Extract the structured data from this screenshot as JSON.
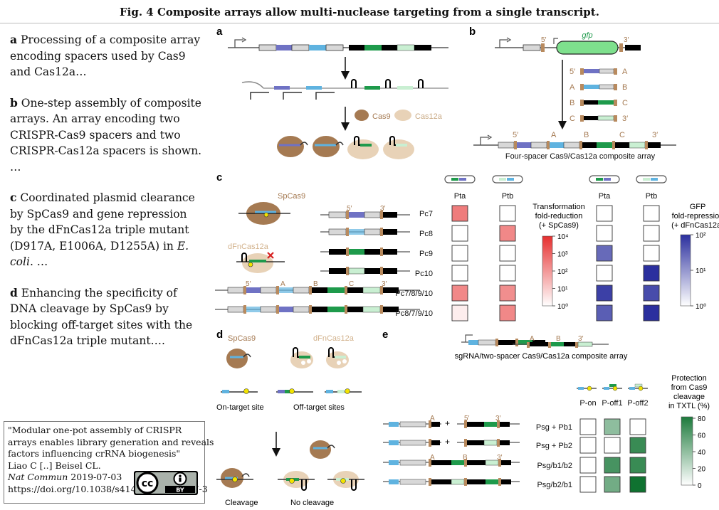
{
  "title": "Fig. 4 Composite arrays allow multi-nuclease targeting from a single transcript.",
  "caption": [
    {
      "label": "a",
      "text": " Processing of a composite array encoding spacers used by Cas9 and Cas12a…"
    },
    {
      "label": "b",
      "text": " One-step assembly of composite arrays. An array encoding two CRISPR-Cas9 spacers and two CRISPR-Cas12a spacers is shown. …"
    },
    {
      "label": "c",
      "text": " Coordinated plasmid clearance by SpCas9 and gene repression by the dFnCas12a triple mutant (D917A, E1006A, D1255A) in ",
      "italic": "E. coli",
      "after": ". …"
    },
    {
      "label": "d",
      "text": " Enhancing the specificity of DNA cleavage by SpCas9 by blocking off-target sites with the dFnCas12a triple mutant…."
    }
  ],
  "citation": {
    "title_line1": "\"Modular one-pot assembly of CRISPR",
    "title_line2": "arrays enables library generation and reveals",
    "title_line3": "factors influencing crRNA biogenesis\"",
    "authors": "Liao C [..] Beisel  CL.",
    "journal": "Nat Commun",
    "date": " 2019-07-03",
    "doi": "https://doi.org/10.1038/s41467-019-10747-3",
    "license_cc": "cc",
    "license_by": "BY"
  },
  "figure": {
    "panel_a": "a",
    "panel_b": "b",
    "panel_c": "c",
    "panel_d": "d",
    "panel_e": "e",
    "cas9_label": "Cas9",
    "cas12a_label": "Cas12a",
    "gfp": "gfp",
    "five_prime": "5′",
    "three_prime": "3′",
    "A": "A",
    "B": "B",
    "C": "C",
    "four_spacer": "Four-spacer Cas9/Cas12a composite array",
    "spcas9": "SpCas9",
    "dfncas12a": "dFnCas12a",
    "pta": "Pta",
    "ptb": "Ptb",
    "rows_c": [
      "Pc7",
      "Pc8",
      "Pc9",
      "Pc10",
      "Pc7/8/9/10",
      "Pc8/7/9/10"
    ],
    "transformation_title": [
      "Transformation",
      "fold-reduction",
      "(+ SpCas9)"
    ],
    "transformation_ticks": [
      "10⁴",
      "10³",
      "10²",
      "10¹",
      "10⁰"
    ],
    "gfp_title": [
      "GFP",
      "fold-repression",
      "(+ dFnCas12a)"
    ],
    "gfp_ticks": [
      "10²",
      "10¹",
      "10⁰"
    ],
    "on_target": "On-target site",
    "off_target": "Off-target sites",
    "cleavage": "Cleavage",
    "no_cleavage": "No cleavage",
    "sgrna_array": "sgRNA/two-spacer Cas9/Cas12a composite array",
    "e_cols": [
      "P-on",
      "P-off1",
      "P-off2"
    ],
    "e_rows": [
      "Psg + Pb1",
      "Psg + Pb2",
      "Psg/b1/b2",
      "Psg/b2/b1"
    ],
    "plus": "+",
    "protection_title": [
      "Protection",
      "from Cas9",
      "cleavage",
      "in TXTL (%)"
    ],
    "protection_ticks": [
      "80",
      "60",
      "40",
      "20",
      "0"
    ]
  },
  "heatmap_c": {
    "transformation_log10": {
      "Pta": [
        2.2,
        0,
        0,
        0,
        2.0,
        0.3
      ],
      "Ptb": [
        0,
        2.0,
        0,
        0,
        1.9,
        2.0
      ]
    },
    "gfp_log10": {
      "Pta": [
        0,
        0,
        1.25,
        0,
        1.6,
        1.35
      ],
      "Ptb": [
        0,
        0,
        0,
        1.75,
        1.5,
        1.85
      ]
    }
  },
  "heatmap_e": {
    "protection_percent": [
      [
        0,
        40,
        0
      ],
      [
        0,
        0,
        70
      ],
      [
        0,
        65,
        70
      ],
      [
        0,
        50,
        85
      ]
    ]
  },
  "colors": {
    "spacer_blue_dark": "#6f72c4",
    "spacer_blue_light": "#5fb3e0",
    "spacer_green": "#1e9a4b",
    "spacer_green_light": "#c9efd2",
    "repeat_tan": "#b88a5e",
    "protein_dark": "#a57a52",
    "protein_light": "#e8d2b7",
    "red_scale_max": "#e63030",
    "blue_scale_max": "#2b2f9e",
    "green_scale_max": "#1d7a3c"
  }
}
